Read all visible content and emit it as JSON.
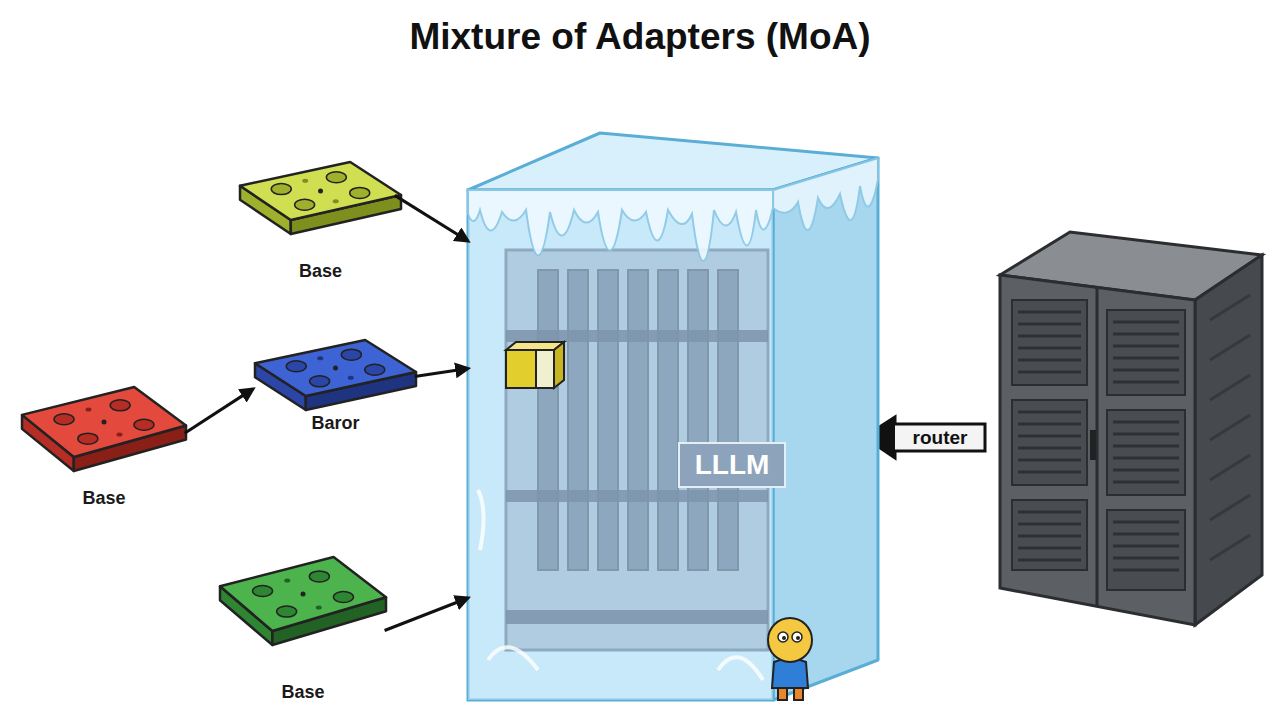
{
  "diagram": {
    "title": "Mixture of Adapters (MoA)",
    "nodes": [
      {
        "text": [
          "Base"
        ]
      },
      {
        "text": [
          "Baror"
        ]
      },
      {
        "text": [
          "Base"
        ]
      },
      {
        "text": [
          "Base"
        ]
      },
      {
        "text": [
          "LLLM"
        ]
      }
    ],
    "edges": [
      {
        "from": 0,
        "to": 4,
        "arrow": "to"
      },
      {
        "from": 2,
        "to": 1,
        "arrow": "to"
      },
      {
        "from": 1,
        "to": 4,
        "arrow": "to"
      },
      {
        "from": 3,
        "to": 4,
        "arrow": "to"
      }
    ],
    "labels": [
      "router"
    ]
  }
}
